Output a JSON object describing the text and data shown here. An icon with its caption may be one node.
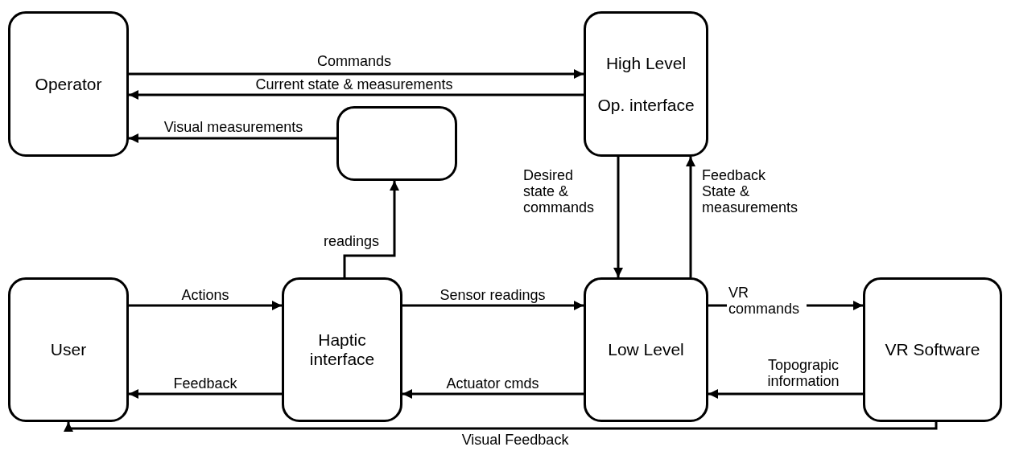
{
  "diagram": {
    "nodes": [
      {
        "text": [
          "Operator"
        ]
      },
      {
        "text": [
          "High Level",
          "Op. interface"
        ]
      },
      {
        "text": [],
        "shape": "box"
      },
      {
        "text": [
          "User"
        ]
      },
      {
        "text": [
          "Haptic interface"
        ]
      },
      {
        "text": [
          "Low Level"
        ]
      },
      {
        "text": [
          "VR Software"
        ]
      }
    ],
    "edges": [
      {
        "from": 0,
        "to": 1,
        "arrow": "to",
        "label": "Commands"
      },
      {
        "from": 1,
        "to": 0,
        "arrow": "to",
        "label": "Current state & measurements"
      },
      {
        "from": 2,
        "to": 0,
        "arrow": "to",
        "label": "Visual measurements"
      },
      {
        "from": 4,
        "to": 2,
        "arrow": "to",
        "label": "readings"
      },
      {
        "from": 3,
        "to": 4,
        "arrow": "to",
        "label": "Actions"
      },
      {
        "from": 4,
        "to": 3,
        "arrow": "to",
        "label": "Feedback"
      },
      {
        "from": 4,
        "to": 5,
        "arrow": "to",
        "label": "Sensor readings"
      },
      {
        "from": 5,
        "to": 4,
        "arrow": "to",
        "label": "Actuator cmds"
      },
      {
        "from": 1,
        "to": 5,
        "arrow": "to",
        "label": "Desired state & commands"
      },
      {
        "from": 5,
        "to": 1,
        "arrow": "to",
        "label": "Feedback State & measurements"
      },
      {
        "from": 5,
        "to": 6,
        "arrow": "to",
        "label": "VR commands"
      },
      {
        "from": 6,
        "to": 5,
        "arrow": "to",
        "label": "Topograpic information"
      },
      {
        "from": 6,
        "to": 3,
        "arrow": "to",
        "label": "Visual Feedback"
      }
    ]
  }
}
